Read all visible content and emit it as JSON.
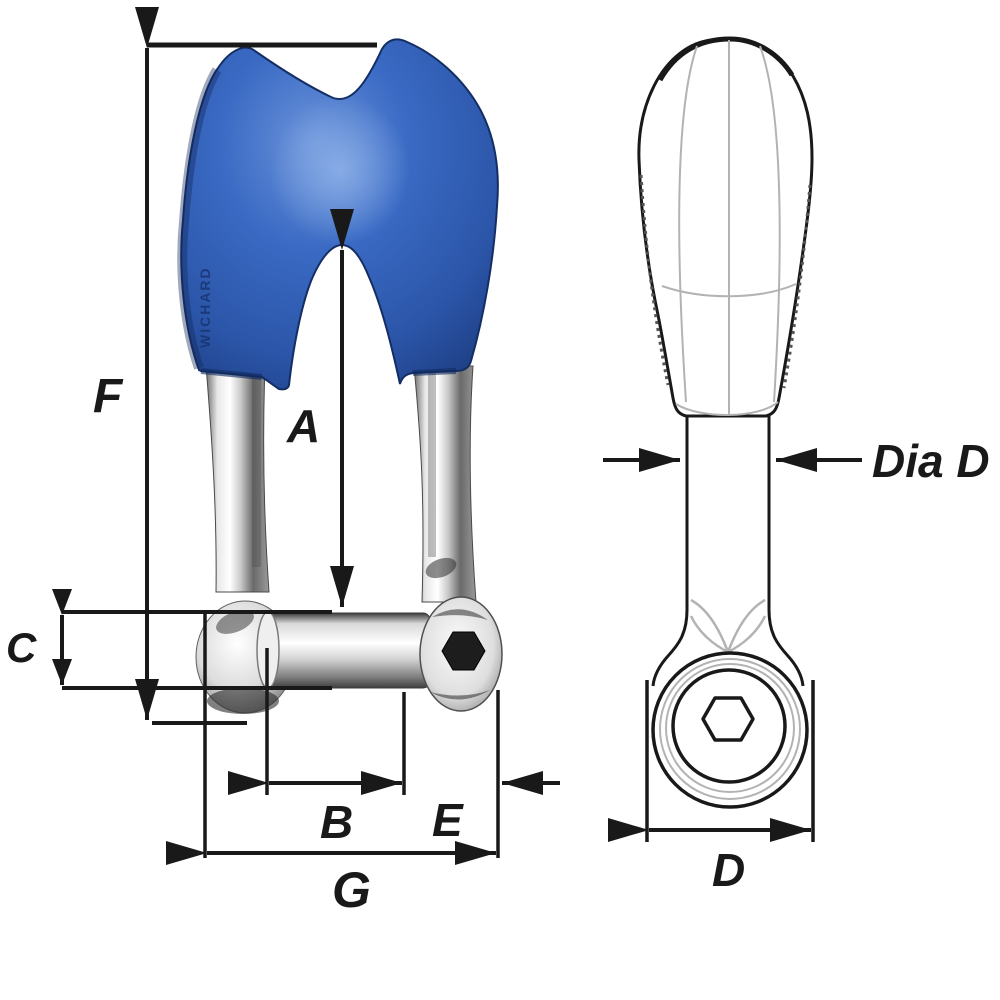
{
  "brand": {
    "name": "WICHARD"
  },
  "front_view": {
    "dim_f": "F",
    "dim_a": "A",
    "dim_c": "C",
    "dim_b": "B",
    "dim_e": "E",
    "dim_g": "G"
  },
  "side_view": {
    "dim_dia_d": "Dia D",
    "dim_d": "D"
  },
  "colors": {
    "thimble_blue": "#2e5fb5",
    "line_black": "#191919",
    "wireframe_gray": "#b3b3b3",
    "steel_light": "#f2f2f2",
    "steel_dark": "#5a5a5a"
  }
}
